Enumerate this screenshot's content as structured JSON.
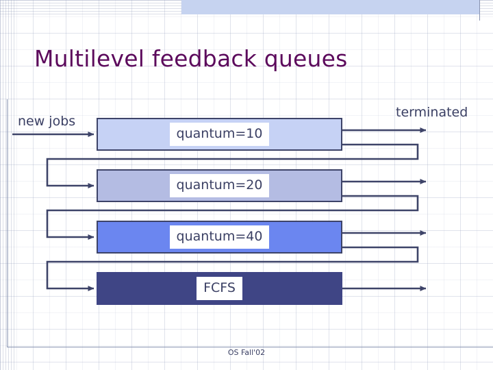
{
  "slide": {
    "title": "Multilevel feedback queues",
    "footer": "OS Fall'02"
  },
  "labels": {
    "new_jobs": "new jobs",
    "terminated": "terminated"
  },
  "queues": [
    {
      "label": "quantum=10",
      "fill": "#c6d2f5"
    },
    {
      "label": "quantum=20",
      "fill": "#b4bce3"
    },
    {
      "label": "quantum=40",
      "fill": "#6b86f0"
    },
    {
      "label": "FCFS",
      "fill": "#3f4585"
    }
  ],
  "colors": {
    "banner": "#c6d3f0",
    "title_text": "#5c0a5c",
    "diagram_stroke": "#3d4368",
    "body_text": "#3a3f63",
    "rule": "#8792b0",
    "label_bg": "#ffffff"
  }
}
